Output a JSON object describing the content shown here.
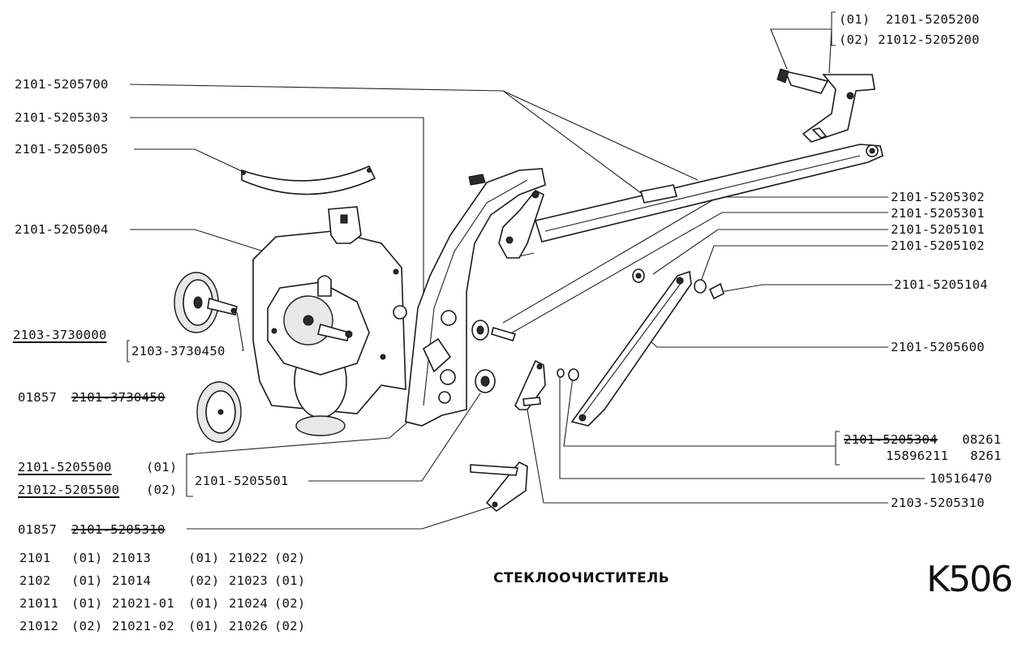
{
  "title": "СТЕКЛООЧИСТИТЕЛЬ",
  "sheet_code": "K506",
  "labels": {
    "top_right_1": "(01)  2101-5205200",
    "top_right_2": "(02) 21012-5205200",
    "l_5700": "2101-5205700",
    "l_5303": "2101-5205303",
    "l_5005": "2101-5205005",
    "l_5004": "2101-5205004",
    "l_3730000": "2103-3730000",
    "l_3730450a": "2103-3730450",
    "l_01857a": "01857",
    "l_3730450b": "2101-3730450",
    "l_5500": "2101-5205500",
    "l_5500_v": "(01)",
    "l_12_5500": "21012-5205500",
    "l_12_5500_v": "(02)",
    "l_5501": "2101-5205501",
    "l_01857b": "01857",
    "l_5310b": "2101-5205310",
    "r_5302": "2101-5205302",
    "r_5301": "2101-5205301",
    "r_5101": "2101-5205101",
    "r_5102": "2101-5205102",
    "r_5104": "2101-5205104",
    "r_5600": "2101-5205600",
    "r_5304": "2101-5205304",
    "r_08261": "08261",
    "r_15896211": "15896211",
    "r_8261": "8261",
    "r_10516470": "10516470",
    "r_5310": "2103-5205310"
  },
  "models": [
    [
      "2101",
      "(01)",
      "21013",
      "(01)",
      "21022",
      "(02)"
    ],
    [
      "2102",
      "(01)",
      "21014",
      "(02)",
      "21023",
      "(01)"
    ],
    [
      "21011",
      "(01)",
      "21021-01",
      "(01)",
      "21024",
      "(02)"
    ],
    [
      "21012",
      "(02)",
      "21021-02",
      "(01)",
      "21026",
      "(02)"
    ]
  ]
}
